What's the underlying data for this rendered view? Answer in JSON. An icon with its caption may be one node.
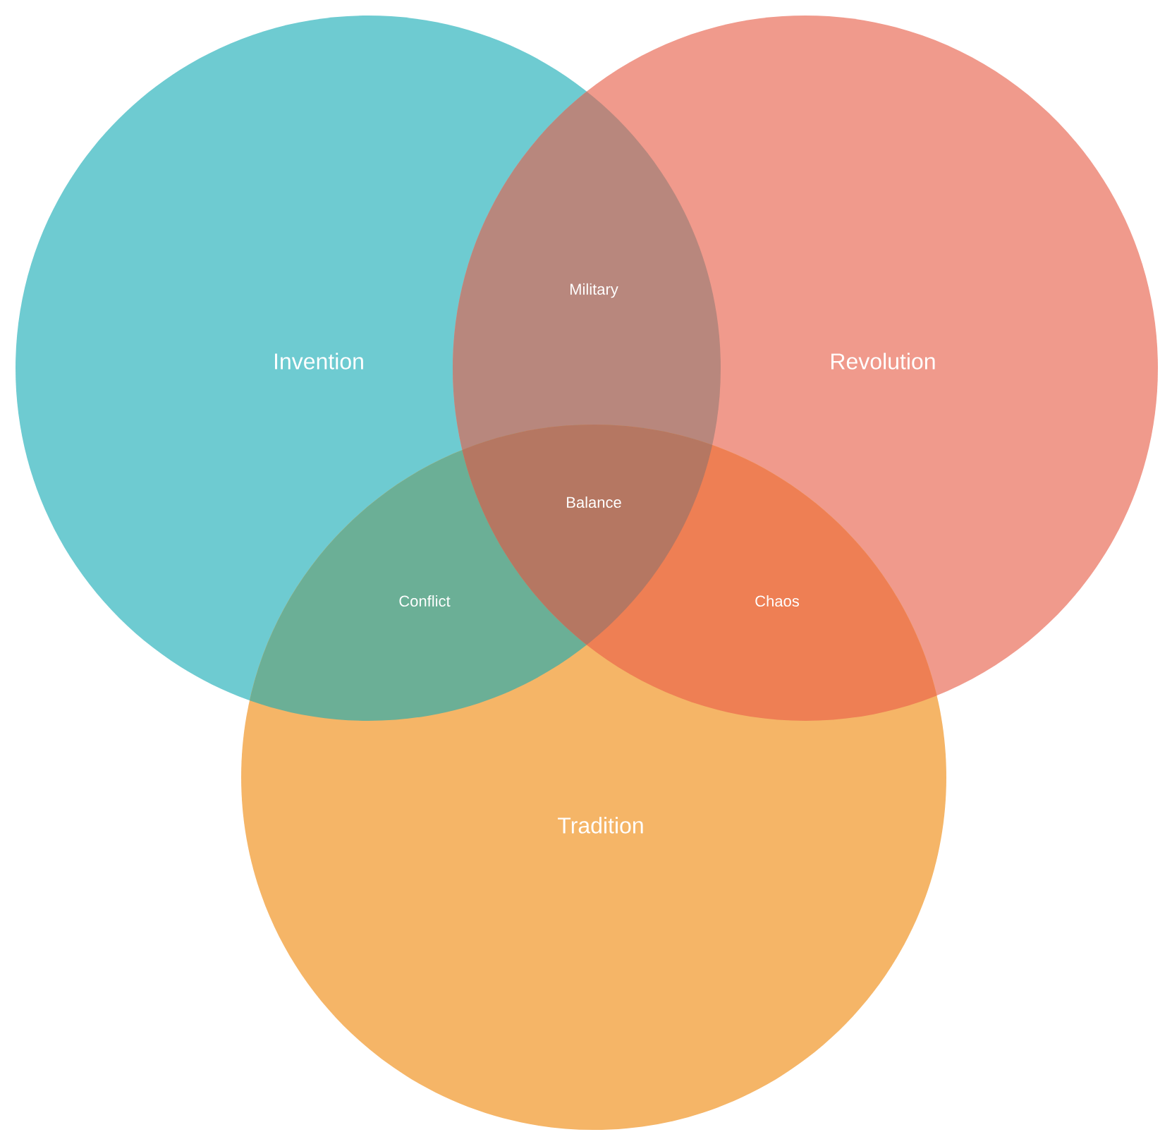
{
  "diagram": {
    "nodes": [
      {
        "text": [
          "Invention"
        ]
      },
      {
        "text": [
          "Revolution"
        ]
      },
      {
        "text": [
          "Tradition"
        ]
      }
    ],
    "labels": [
      "Military",
      "Balance",
      "Conflict",
      "Chaos"
    ]
  }
}
